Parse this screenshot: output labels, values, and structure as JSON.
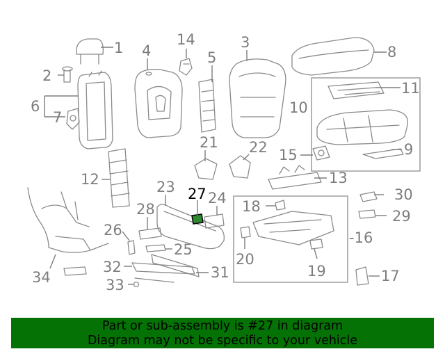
{
  "callouts": [
    {
      "id": "1",
      "label": "1"
    },
    {
      "id": "2",
      "label": "2"
    },
    {
      "id": "3",
      "label": "3"
    },
    {
      "id": "4",
      "label": "4"
    },
    {
      "id": "5",
      "label": "5"
    },
    {
      "id": "6",
      "label": "6"
    },
    {
      "id": "7",
      "label": "7"
    },
    {
      "id": "8",
      "label": "8"
    },
    {
      "id": "9",
      "label": "9"
    },
    {
      "id": "10",
      "label": "10"
    },
    {
      "id": "11",
      "label": "11"
    },
    {
      "id": "12",
      "label": "12"
    },
    {
      "id": "13",
      "label": "13"
    },
    {
      "id": "14",
      "label": "14"
    },
    {
      "id": "15",
      "label": "15"
    },
    {
      "id": "16",
      "label": "-16"
    },
    {
      "id": "17",
      "label": "17"
    },
    {
      "id": "18",
      "label": "18"
    },
    {
      "id": "19",
      "label": "19"
    },
    {
      "id": "20",
      "label": "20"
    },
    {
      "id": "21",
      "label": "21"
    },
    {
      "id": "22",
      "label": "22"
    },
    {
      "id": "23",
      "label": "23"
    },
    {
      "id": "24",
      "label": "24"
    },
    {
      "id": "25",
      "label": "25"
    },
    {
      "id": "26",
      "label": "26"
    },
    {
      "id": "27",
      "label": "27"
    },
    {
      "id": "28",
      "label": "28"
    },
    {
      "id": "29",
      "label": "29"
    },
    {
      "id": "30",
      "label": "30"
    },
    {
      "id": "31",
      "label": "31"
    },
    {
      "id": "32",
      "label": "32"
    },
    {
      "id": "33",
      "label": "33"
    },
    {
      "id": "34",
      "label": "34"
    }
  ],
  "highlight": {
    "part": "27",
    "color": "#2f8a2f"
  },
  "banner": {
    "line1": "Part or sub-assembly is #27 in diagram",
    "line2": "Diagram may not be specific to your vehicle",
    "background": "#057205"
  }
}
